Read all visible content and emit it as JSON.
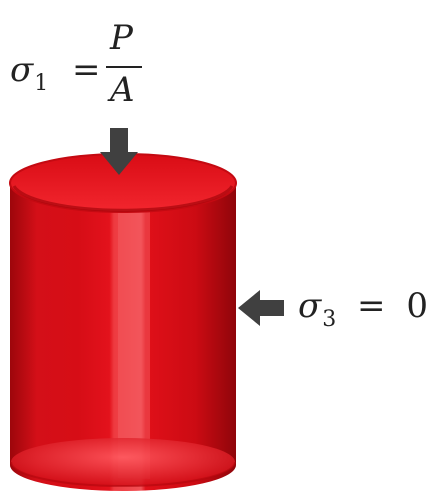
{
  "equation_top": {
    "symbol": "σ",
    "subscript": "1",
    "equals": "=",
    "numerator": "P",
    "denominator": "A"
  },
  "equation_side": {
    "symbol": "σ",
    "subscript": "3",
    "equals": "=",
    "value": "0"
  },
  "colors": {
    "cylinder_main": "#e3121c",
    "cylinder_dark": "#a8070c",
    "cylinder_highlight": "#f5676b",
    "arrow": "#404040",
    "text": "#222222"
  }
}
